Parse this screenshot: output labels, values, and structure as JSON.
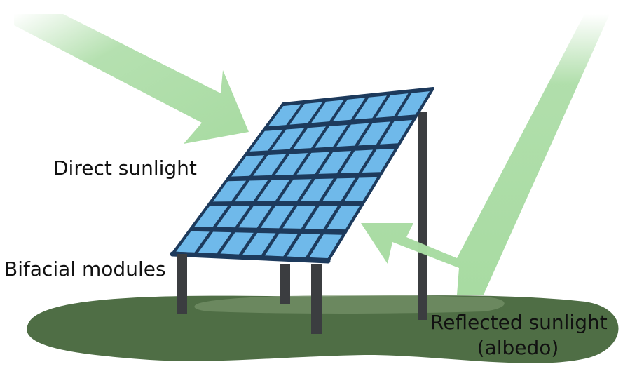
{
  "labels": {
    "direct": "Direct sunlight",
    "bifacial": "Bifacial modules",
    "reflected_line1": "Reflected sunlight",
    "reflected_line2": "(albedo)"
  },
  "panel": {
    "rows": 6,
    "columns": 7
  },
  "colors": {
    "ground": "#4f6e45",
    "ground_highlight": "#7f9a72",
    "arrow": "#a8dba2",
    "panel_frame": "#1d3a5c",
    "panel_cell": "#6fb9ea",
    "leg": "#3b3d40",
    "text": "#111111"
  }
}
